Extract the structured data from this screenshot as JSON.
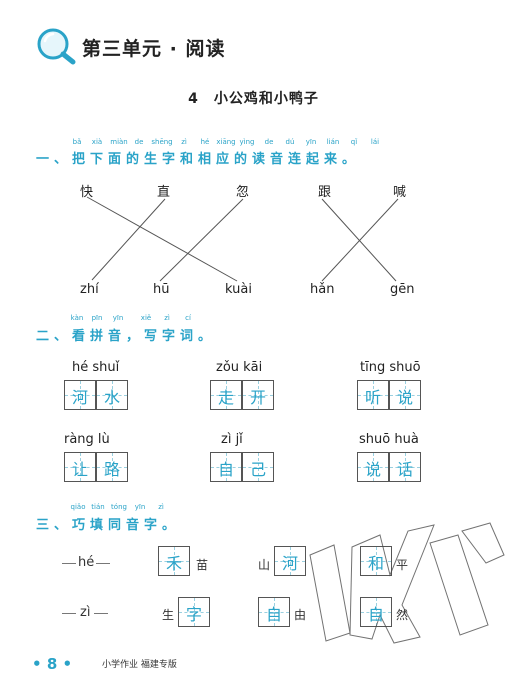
{
  "header": {
    "unit_title": "第三单元 · 阅读",
    "lesson_title": "4　小公鸡和小鸭子"
  },
  "part1": {
    "heading": "一、把下面的生字和相应的读音连起来。",
    "ruby": [
      "bǎ",
      "xià",
      "miàn",
      "de",
      "shēng",
      "zì",
      "hé",
      "xiāng",
      "yìng",
      "de",
      "dú",
      "yīn",
      "lián",
      "qǐ",
      "lái"
    ],
    "chars": [
      "快",
      "直",
      "忽",
      "跟",
      "喊"
    ],
    "pinyins": [
      "zhí",
      "hū",
      "kuài",
      "hǎn",
      "gēn"
    ]
  },
  "part2": {
    "heading": "二、看拼音，写字词。",
    "ruby": [
      "kàn",
      "pīn",
      "yīn",
      "xiě",
      "zì",
      "cí"
    ],
    "words": [
      {
        "pinyin": "hé  shuǐ",
        "chars": [
          "河",
          "水"
        ]
      },
      {
        "pinyin": "zǒu  kāi",
        "chars": [
          "走",
          "开"
        ]
      },
      {
        "pinyin": "tīng shuō",
        "chars": [
          "听",
          "说"
        ]
      },
      {
        "pinyin": "ràng  lù",
        "chars": [
          "让",
          "路"
        ]
      },
      {
        "pinyin": "zì   jǐ",
        "chars": [
          "自",
          "己"
        ]
      },
      {
        "pinyin": "shuō huà",
        "chars": [
          "说",
          "话"
        ]
      }
    ]
  },
  "part3": {
    "heading": "三、巧填同音字。",
    "ruby": [
      "qiǎo",
      "tián",
      "tóng",
      "yīn",
      "zì"
    ],
    "row1": {
      "label": "hé",
      "a_box": "禾",
      "a_after": "苗",
      "b_before": "山",
      "b_box": "河",
      "c_box": "和",
      "c_after": "平"
    },
    "row2": {
      "label": "zì",
      "a_before": "生",
      "a_box": "字",
      "b_box": "自",
      "b_after": "由",
      "c_box": "自",
      "c_after": "然"
    }
  },
  "footer": {
    "page_number": "8",
    "book_title": "小学作业  福建专版"
  },
  "colors": {
    "accent": "#2aa3c8",
    "ink": "#222222"
  },
  "icons": {
    "header_icon": "magnifier-icon"
  }
}
